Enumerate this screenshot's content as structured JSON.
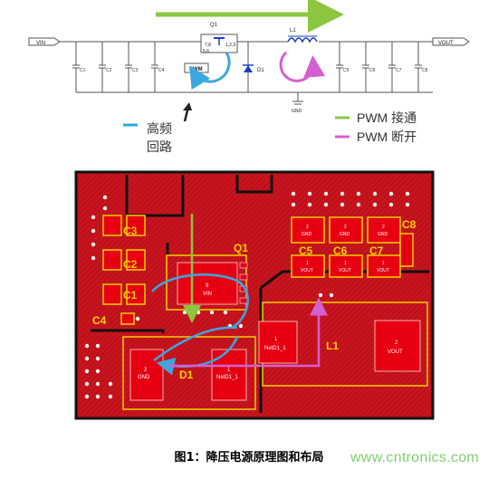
{
  "schematic": {
    "net_in": "VIN",
    "net_out": "VOUT",
    "q1_label": "Q1",
    "pwm_tag": "PWM",
    "q1_pins": [
      "7,8",
      "5,6",
      "1,2,3"
    ],
    "l1_label": "L1",
    "d1_label": "D1",
    "gnd_label": "GND",
    "caps": [
      "C1",
      "C2",
      "C3",
      "C4",
      "C5",
      "C6",
      "C7",
      "C8"
    ]
  },
  "legend": {
    "hf_loop_line1": "高频",
    "hf_loop_line2": "回路",
    "pwm_on": "PWM 接通",
    "pwm_off": "PWM 断开",
    "pwm_on_color": "#8cc63f",
    "pwm_off_color": "#d55fd0",
    "loop_color": "#29abe2"
  },
  "layout_board": {
    "labels": {
      "C1": "C1",
      "C2": "C2",
      "C3": "C3",
      "C4": "C4",
      "C5": "C5",
      "C6": "C6",
      "C7": "C7",
      "C8": "C8",
      "Q1": "Q1",
      "L1": "L1",
      "D1": "D1"
    },
    "pads": {
      "gnd_num": "2",
      "gnd_net": "GND",
      "vout_num": "1",
      "vout_net": "VOUT",
      "q1_num": "9",
      "q1_net": "VIN",
      "l1_num": "1",
      "l1_net": "NetD1_1",
      "l1_out_num": "2",
      "l1_out_net": "VOUT",
      "d1_gnd_num": "2",
      "d1_gnd_net": "GND",
      "d1_k_num": "1",
      "d1_k_net": "NetD1_1"
    },
    "board_color": "#c8141e"
  },
  "caption": "图1：降压电源原理图和布局",
  "watermark": "www.cntronics.com"
}
